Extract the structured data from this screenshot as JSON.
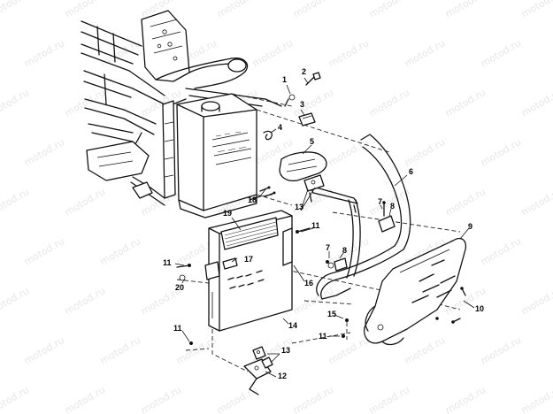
{
  "figure": {
    "watermark_text": "motod.ru",
    "callouts": [
      {
        "id": "c1",
        "text": "1"
      },
      {
        "id": "c2",
        "text": "2"
      },
      {
        "id": "c3",
        "text": "3"
      },
      {
        "id": "c4",
        "text": "4"
      },
      {
        "id": "c5",
        "text": "5"
      },
      {
        "id": "c6",
        "text": "6"
      },
      {
        "id": "c7a",
        "text": "7"
      },
      {
        "id": "c7b",
        "text": "7"
      },
      {
        "id": "c8a",
        "text": "8"
      },
      {
        "id": "c8b",
        "text": "8"
      },
      {
        "id": "c9",
        "text": "9"
      },
      {
        "id": "c10",
        "text": "10"
      },
      {
        "id": "c11a",
        "text": "11"
      },
      {
        "id": "c11b",
        "text": "11"
      },
      {
        "id": "c11c",
        "text": "11"
      },
      {
        "id": "c11d",
        "text": "11"
      },
      {
        "id": "c12",
        "text": "12"
      },
      {
        "id": "c13a",
        "text": "13"
      },
      {
        "id": "c13b",
        "text": "13"
      },
      {
        "id": "c14",
        "text": "14"
      },
      {
        "id": "c15",
        "text": "15"
      },
      {
        "id": "c16",
        "text": "16"
      },
      {
        "id": "c17",
        "text": "17"
      },
      {
        "id": "c18",
        "text": "18"
      },
      {
        "id": "c19",
        "text": "19"
      },
      {
        "id": "c20",
        "text": "20"
      }
    ]
  }
}
